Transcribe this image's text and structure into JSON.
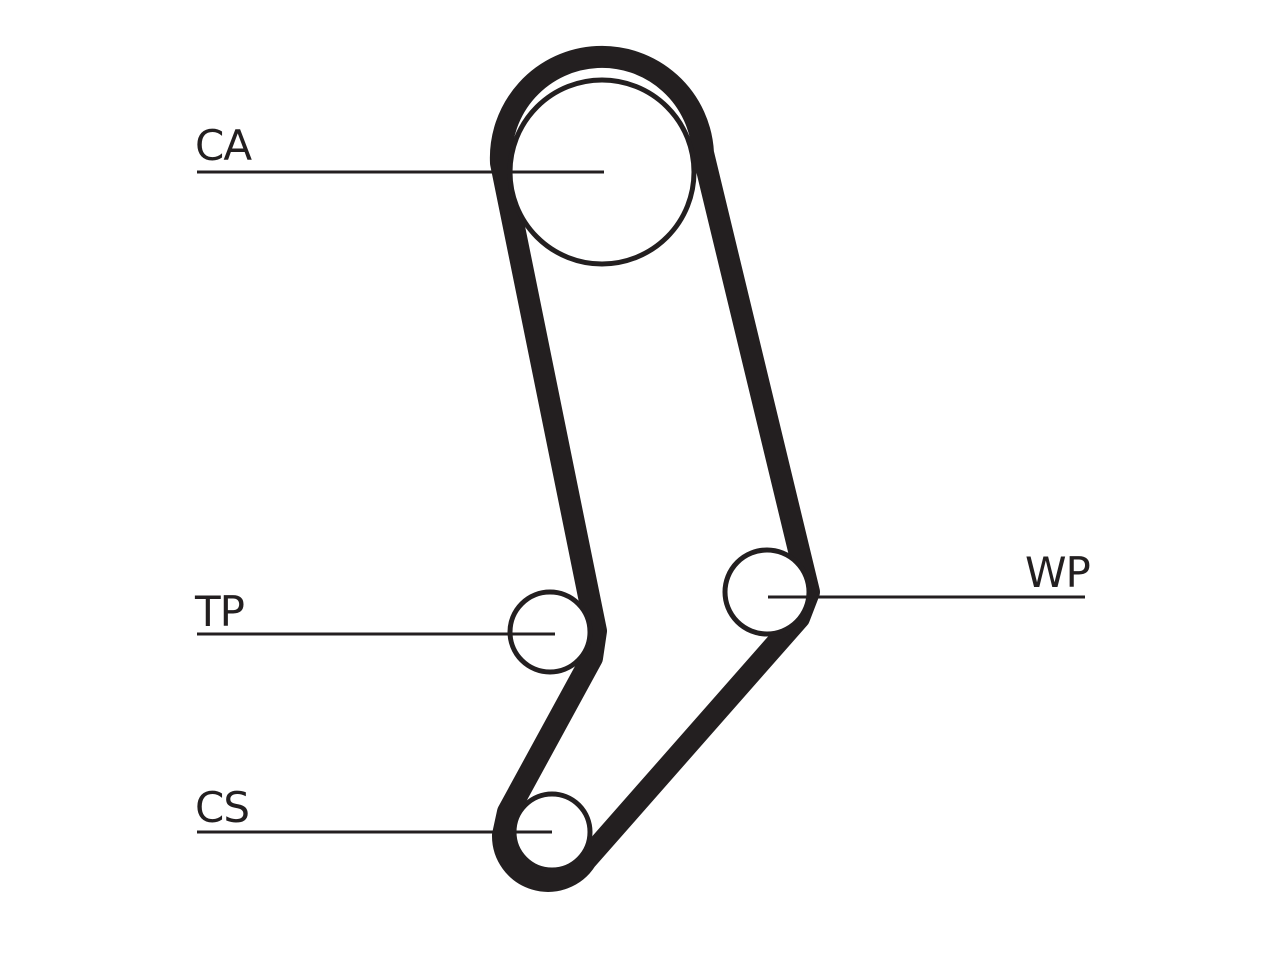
{
  "colors": {
    "ink": "#231f20",
    "background": "#ffffff"
  },
  "labels": {
    "camshaft": "CA",
    "tensioner": "TP",
    "crankshaft": "CS",
    "water_pump": "WP"
  }
}
